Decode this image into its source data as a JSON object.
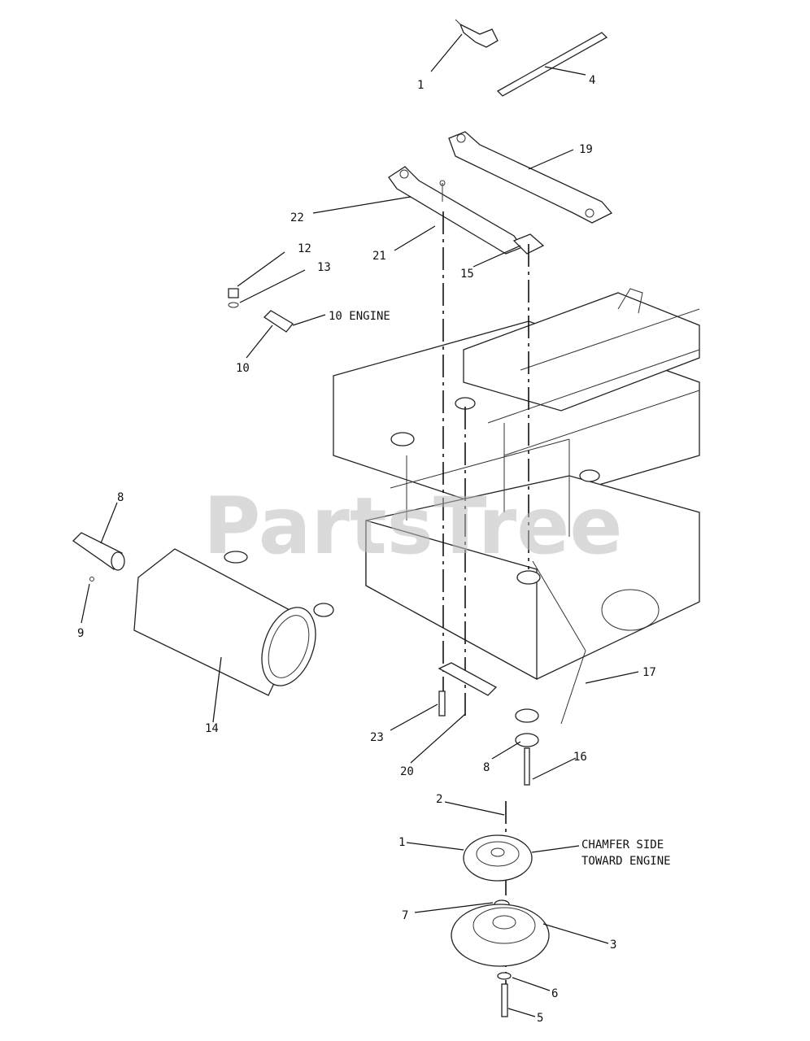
{
  "watermark": "PartsTree",
  "callouts": {
    "c1_top": "1",
    "c4": "4",
    "c19": "19",
    "c22": "22",
    "c21": "21",
    "c15": "15",
    "c12": "12",
    "c13": "13",
    "c10_engine": "10 ENGINE",
    "c10": "10",
    "c8_left": "8",
    "c9": "9",
    "c14": "14",
    "c17": "17",
    "c23": "23",
    "c20": "20",
    "c8_bottom": "8",
    "c16": "16",
    "c2": "2",
    "c1_bottom": "1",
    "chamfer_line1": "CHAMFER SIDE",
    "chamfer_line2": "TOWARD ENGINE",
    "c7": "7",
    "c3": "3",
    "c6": "6",
    "c5": "5"
  }
}
